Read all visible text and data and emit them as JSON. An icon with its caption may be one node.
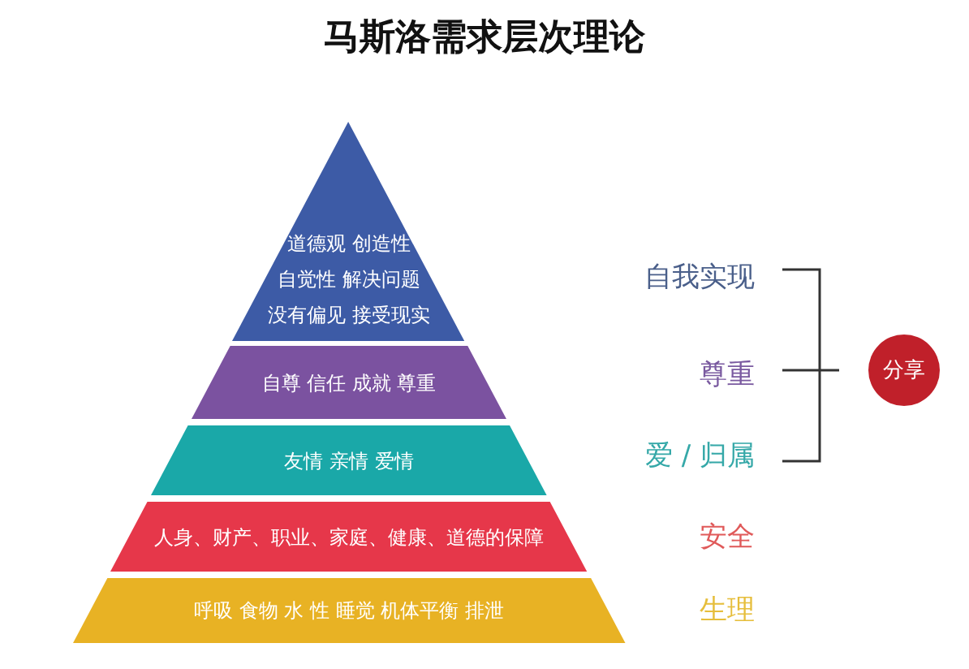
{
  "diagram": {
    "title": "马斯洛需求层次理论",
    "nodes": [
      {
        "text": [
          "道德观 创造性",
          "自觉性 解决问题",
          "没有偏见 接受现实"
        ]
      },
      {
        "text": [
          "自尊 信任 成就 尊重"
        ]
      },
      {
        "text": [
          "友情 亲情 爱情"
        ]
      },
      {
        "text": [
          "人身、财产、职业、家庭、健康、道德的保障"
        ]
      },
      {
        "text": [
          "呼吸 食物 水 性 睡觉 机体平衡 排泄"
        ]
      },
      {
        "text": [
          "分享"
        ]
      }
    ],
    "edges": [],
    "labels": [
      "自我实现",
      "尊重",
      "爱 / 归属",
      "安全",
      "生理"
    ]
  }
}
